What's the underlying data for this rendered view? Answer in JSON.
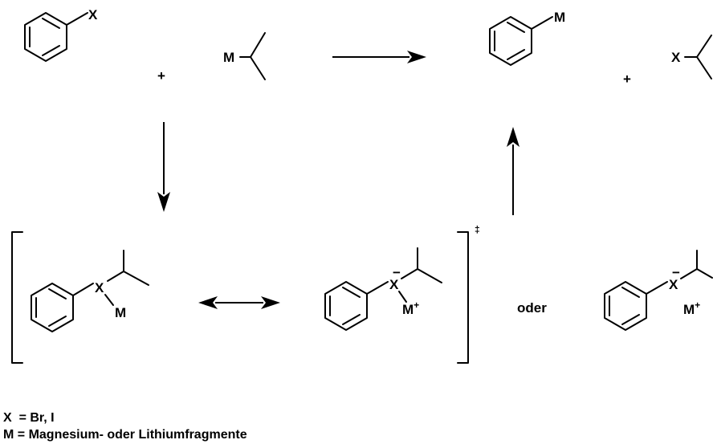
{
  "labels": {
    "X": "X",
    "M": "M",
    "plus": "+",
    "charge_minus": "−",
    "m_plus_base": "M",
    "m_plus_sign": "+",
    "dagger": "‡",
    "oder": "oder"
  },
  "legend": {
    "line1": "X  = Br, I",
    "line2": "M = Magnesium- oder Lithiumfragmente"
  }
}
